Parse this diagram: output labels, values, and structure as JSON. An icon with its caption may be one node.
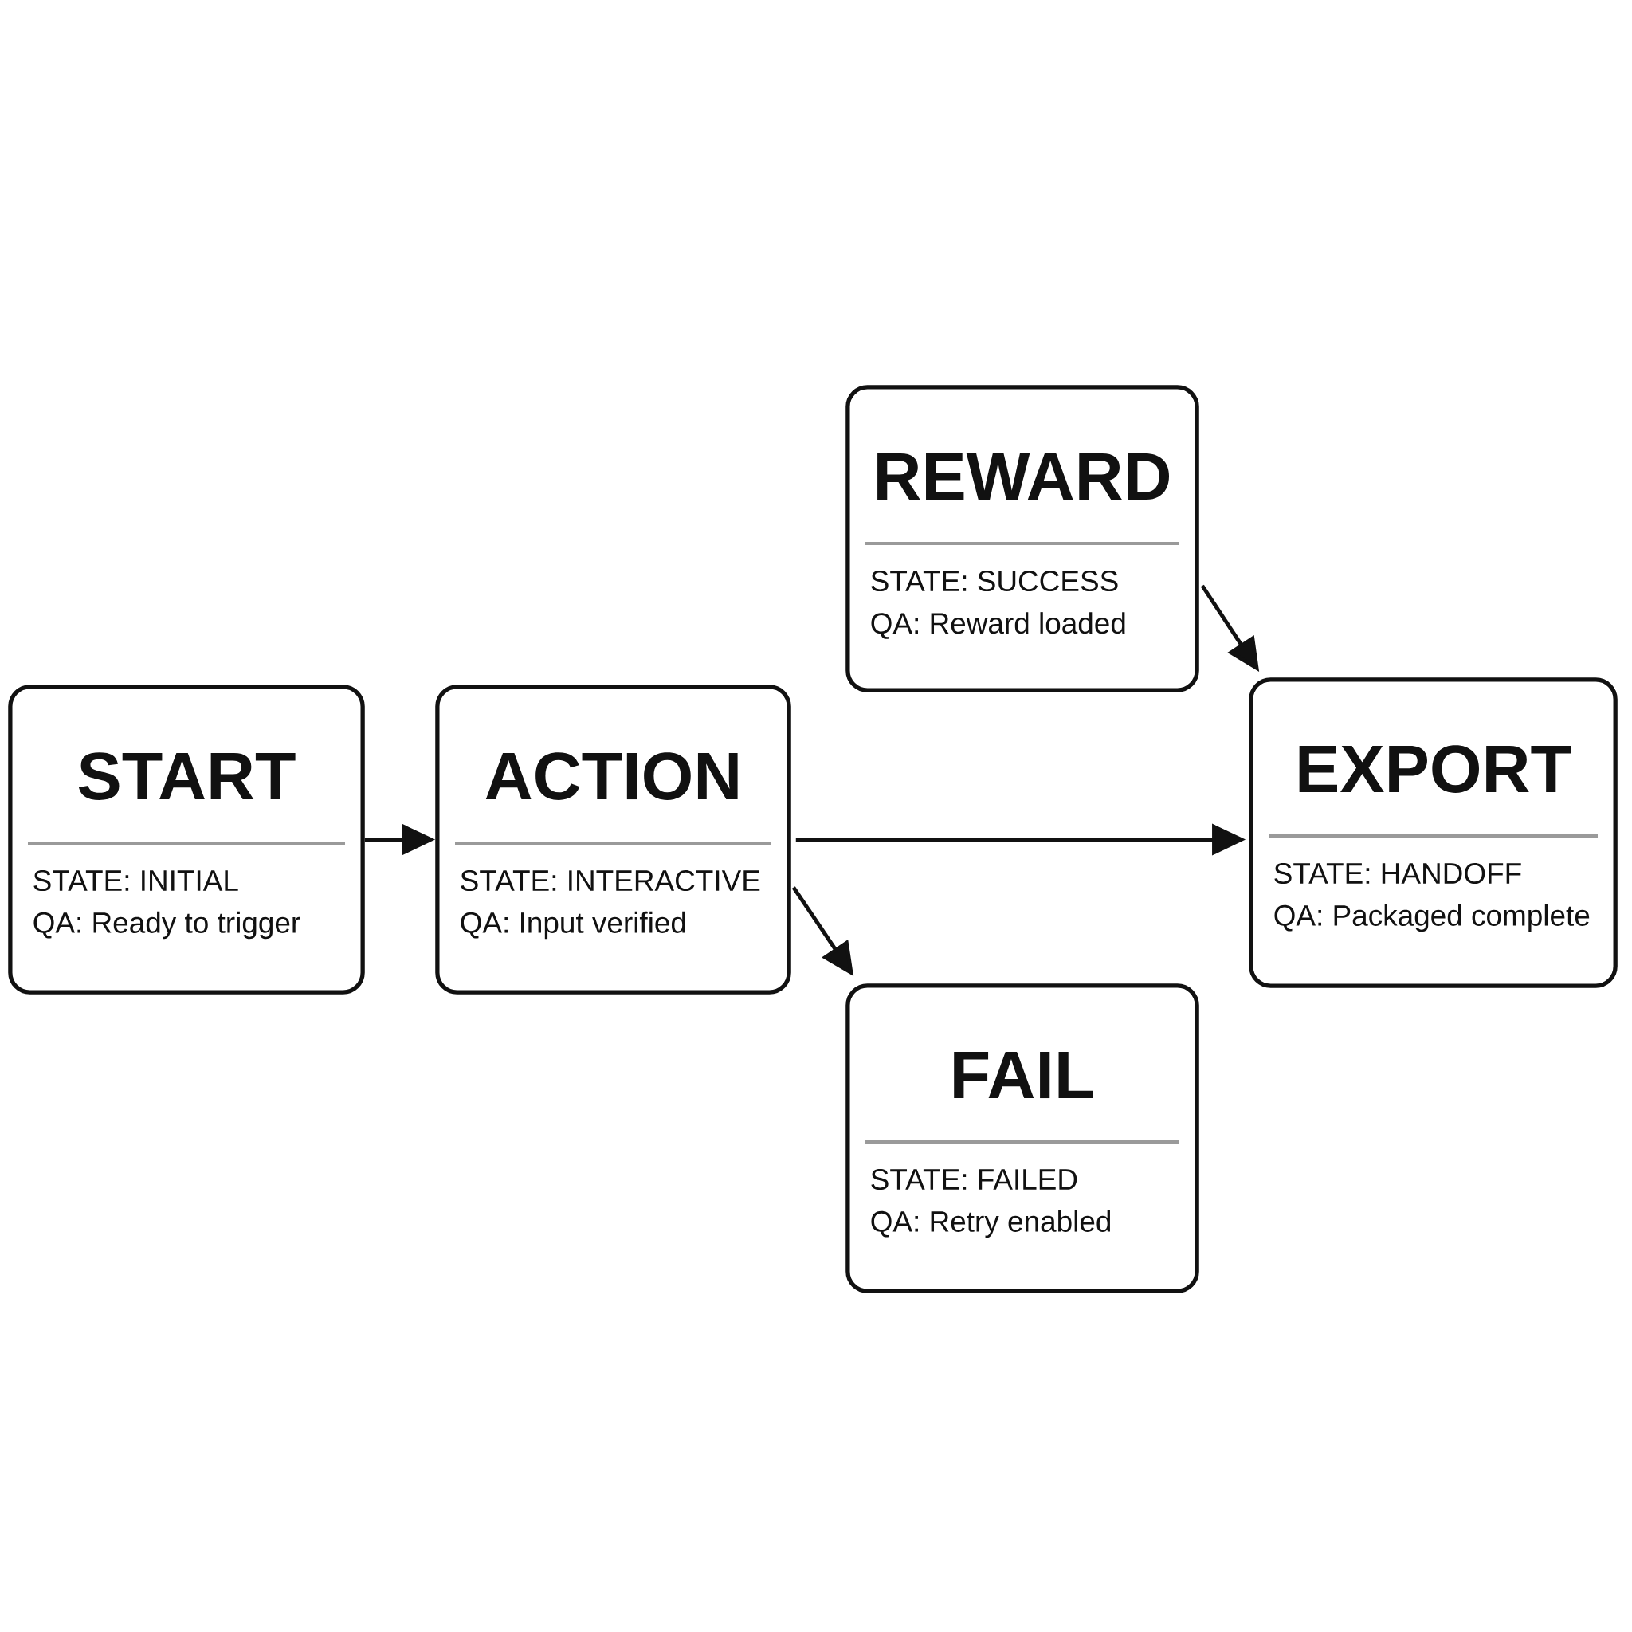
{
  "diagram": {
    "nodes": [
      {
        "text": [
          "START",
          "STATE: INITIAL",
          "QA: Ready to trigger"
        ]
      },
      {
        "text": [
          "ACTION",
          "STATE: INTERACTIVE",
          "QA: Input verified"
        ]
      },
      {
        "text": [
          "REWARD",
          "STATE: SUCCESS",
          "QA: Reward loaded"
        ]
      },
      {
        "text": [
          "FAIL",
          "STATE: FAILED",
          "QA: Retry enabled"
        ]
      },
      {
        "text": [
          "EXPORT",
          "STATE: HANDOFF",
          "QA: Packaged complete"
        ]
      }
    ],
    "edges": [
      {
        "from": 0,
        "to": 1,
        "arrow": "to"
      },
      {
        "from": 1,
        "to": 4,
        "arrow": "to"
      },
      {
        "from": 1,
        "to": 3,
        "arrow": "to"
      },
      {
        "from": 2,
        "to": 4,
        "arrow": "to"
      }
    ]
  }
}
